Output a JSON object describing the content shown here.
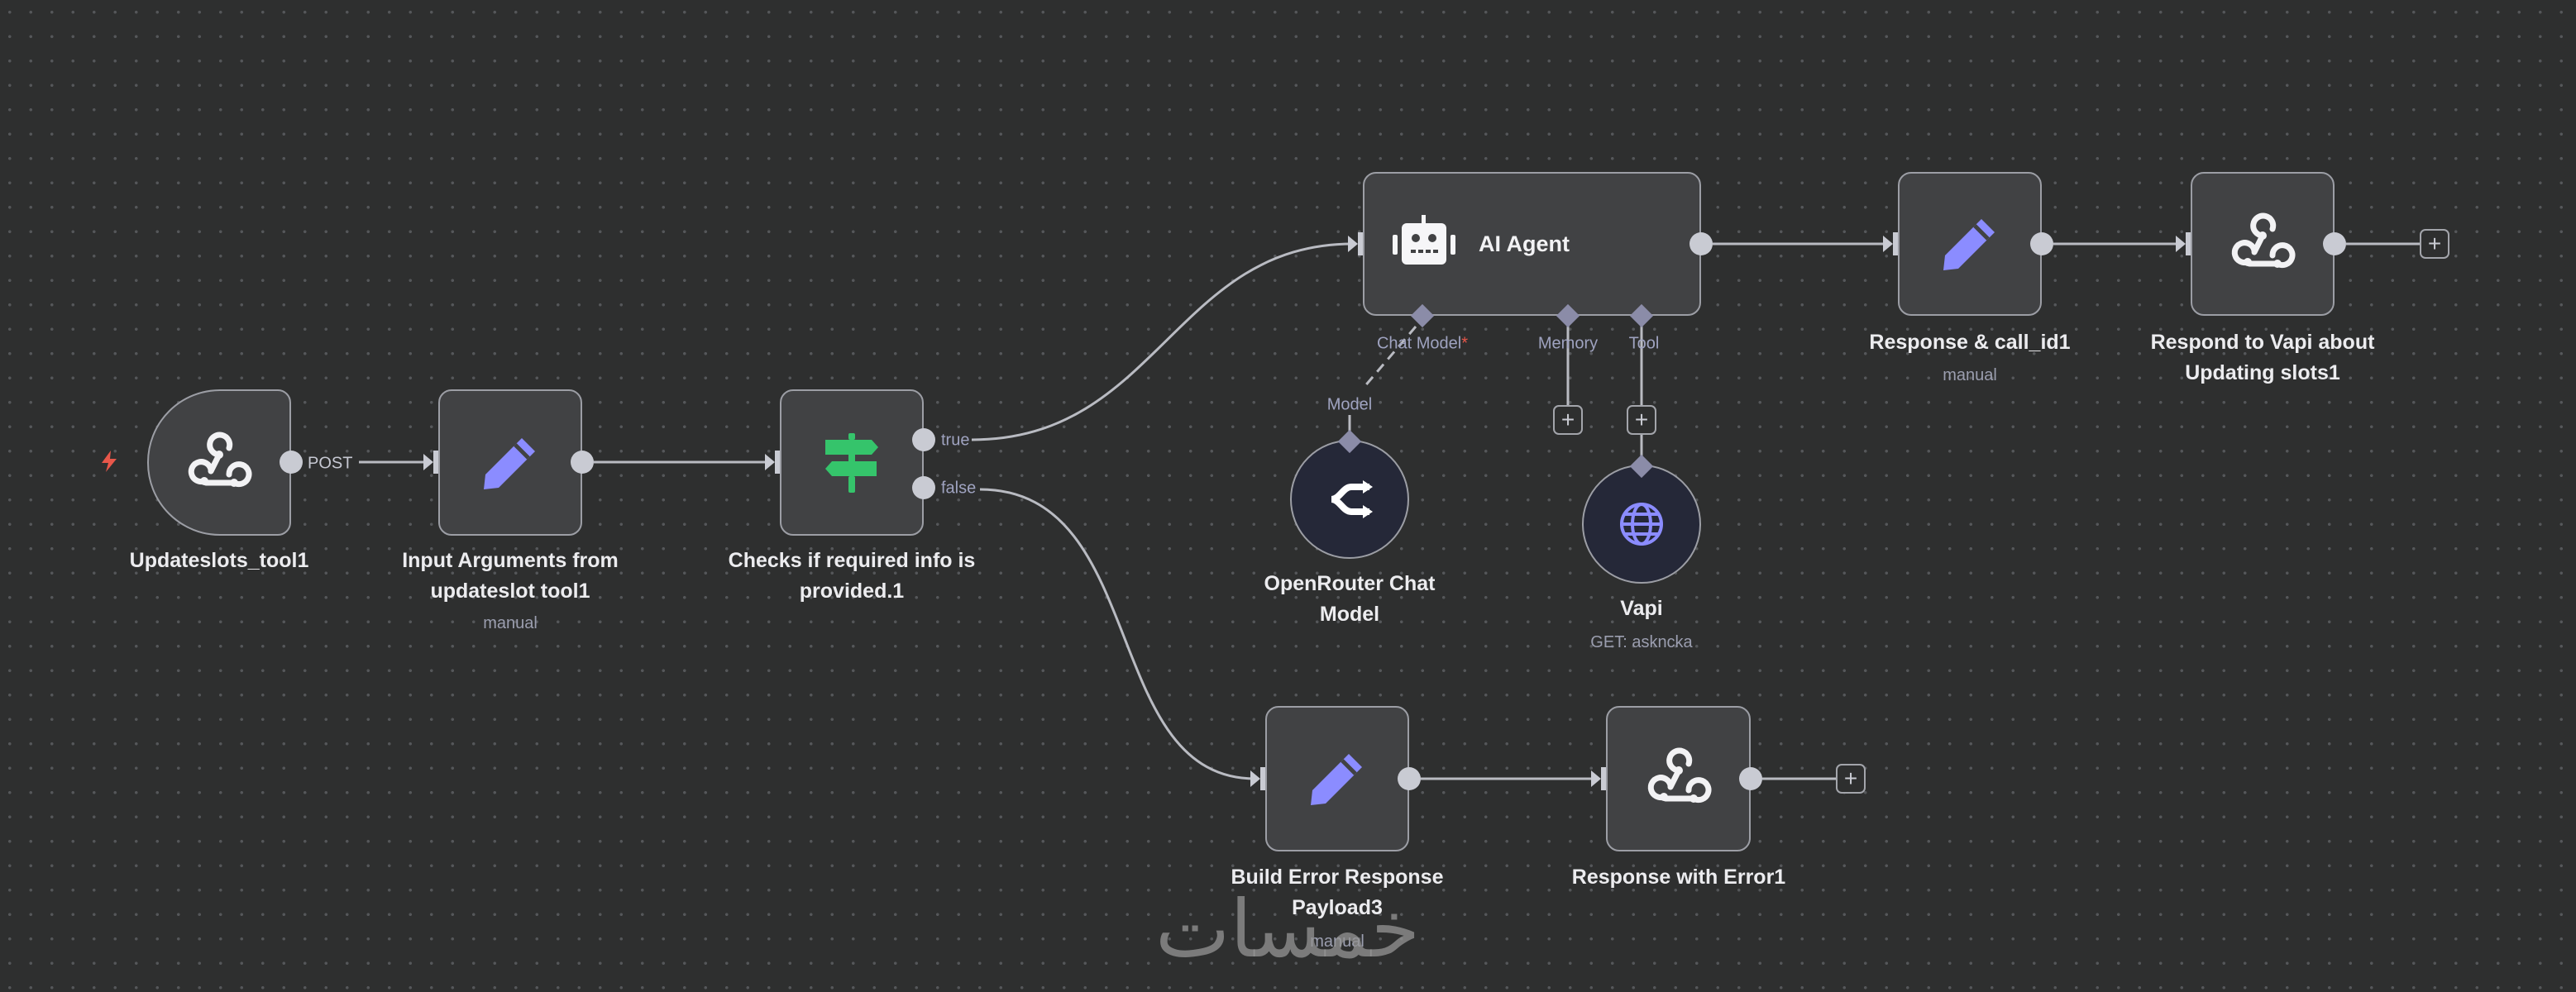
{
  "canvas": {
    "background": "#2e2f2f"
  },
  "colors": {
    "node_bg": "#414244",
    "node_border": "#9c9ea5",
    "handle": "#c9cbd3",
    "edit_icon": "#8b8cff",
    "switch_icon": "#35c46b",
    "globe_icon": "#8b8cff",
    "trigger_icon": "#e8574a",
    "sub_text": "#9b9eaf"
  },
  "nodes": {
    "trigger": {
      "label": "Updateslots_tool1",
      "icon": "webhook-icon",
      "output_label": "POST"
    },
    "input_args": {
      "label_line1": "Input Arguments from",
      "label_line2": "updateslot tool1",
      "subtitle": "manual",
      "icon": "pencil-icon"
    },
    "checks": {
      "label_line1": "Checks if required info is",
      "label_line2": "provided.1",
      "icon": "signpost-icon",
      "output_true": "true",
      "output_false": "false"
    },
    "ai_agent": {
      "label": "AI Agent",
      "icon": "robot-icon",
      "ports": {
        "chat_model": "Chat Model",
        "required_mark": "*",
        "memory": "Memory",
        "tool": "Tool"
      }
    },
    "response_call_id": {
      "label": "Response & call_id1",
      "subtitle": "manual",
      "icon": "pencil-icon"
    },
    "respond_vapi": {
      "label_line1": "Respond to Vapi about",
      "label_line2": "Updating slots1",
      "icon": "webhook-icon"
    },
    "openrouter": {
      "label_line1": "OpenRouter Chat",
      "label_line2": "Model",
      "port_label": "Model",
      "icon": "openrouter-icon"
    },
    "vapi": {
      "label": "Vapi",
      "subtitle": "GET: askncka",
      "icon": "globe-icon"
    },
    "build_error": {
      "label_line1": "Build Error Response",
      "label_line2": "Payload3",
      "subtitle": "manual",
      "icon": "pencil-icon"
    },
    "response_error": {
      "label": "Response with Error1",
      "icon": "webhook-icon"
    }
  },
  "add_buttons": {
    "symbol": "+"
  },
  "watermark": {
    "text": "خمسات"
  }
}
